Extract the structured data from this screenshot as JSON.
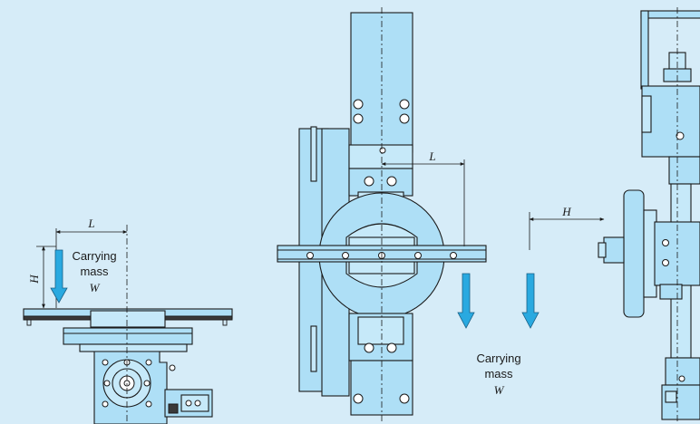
{
  "figure_a": {
    "dim_L": "L",
    "dim_H": "H",
    "load_line1": "Carrying",
    "load_line2": "mass",
    "load_symbol": "W"
  },
  "figure_b": {
    "dim_L": "L",
    "load_line1": "Carrying",
    "load_line2": "mass",
    "load_symbol": "W"
  },
  "figure_c": {
    "dim_H": "H"
  },
  "colors": {
    "background": "#d6ecf8",
    "part_fill": "#aedff6",
    "load_arrow": "#29a9e0",
    "outline": "#1a1a1a"
  }
}
